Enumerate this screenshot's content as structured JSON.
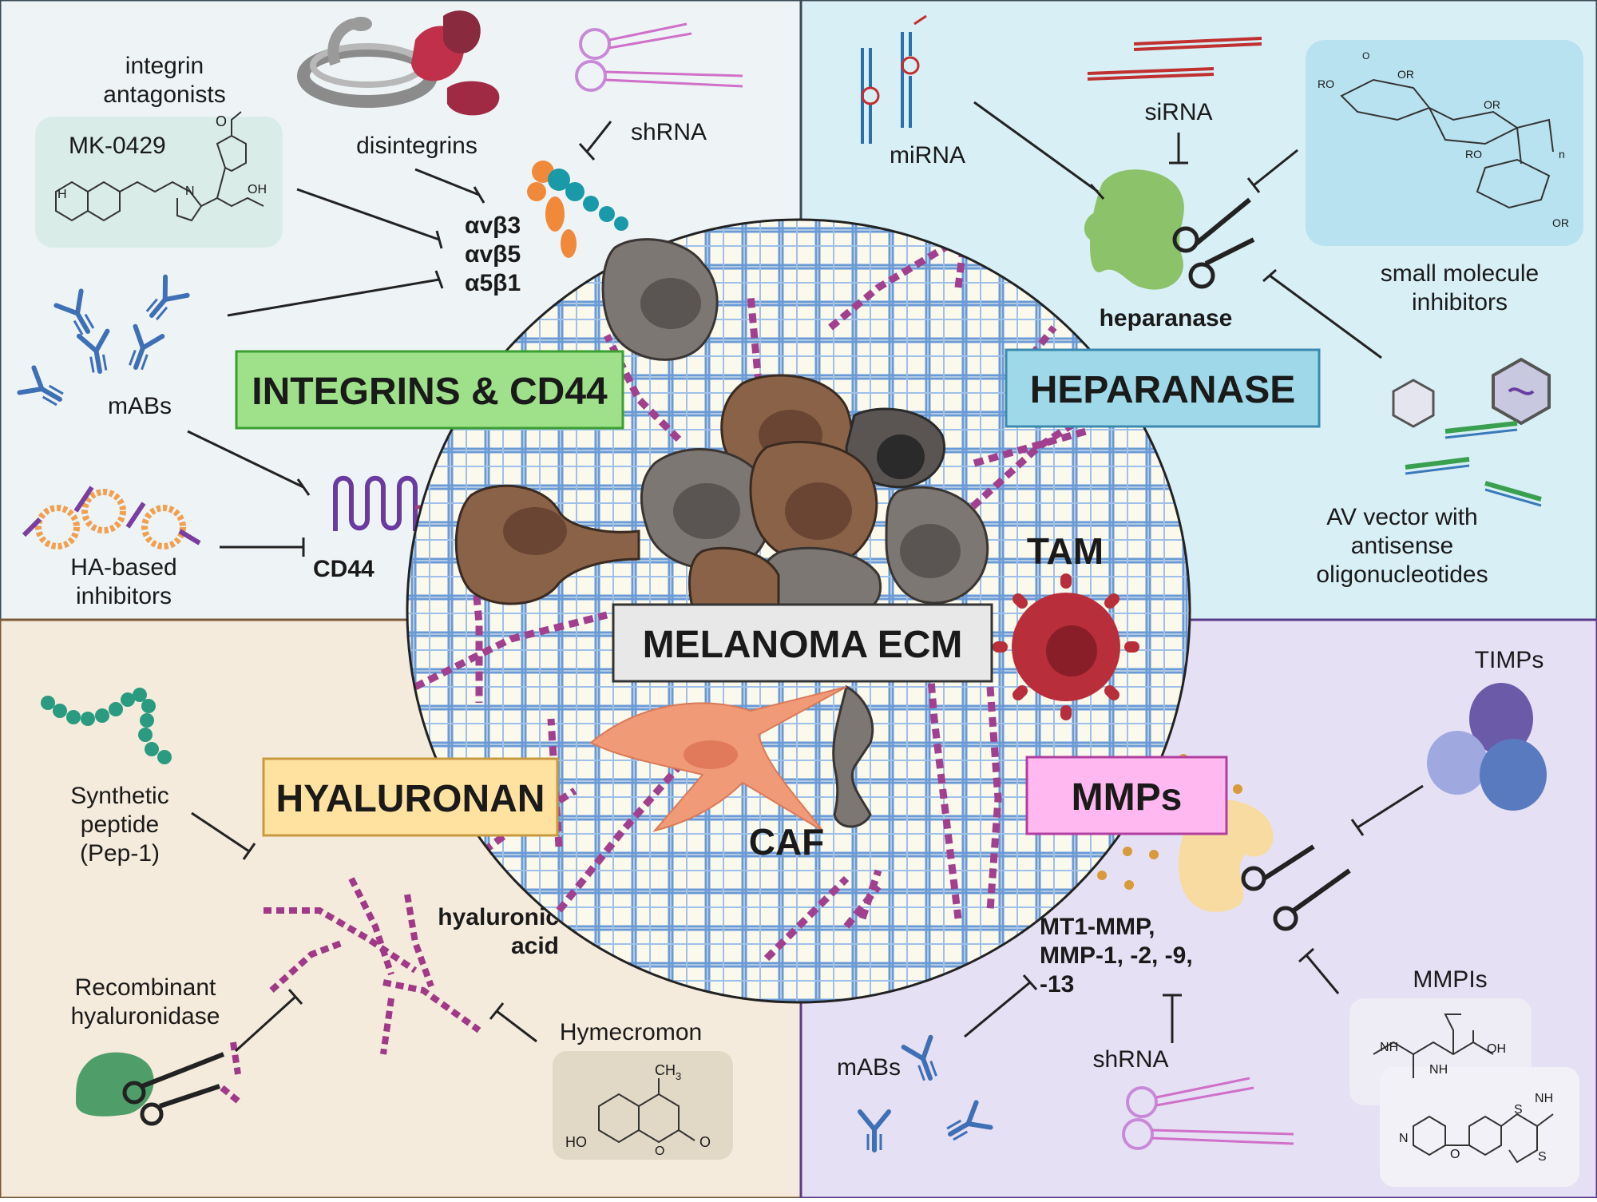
{
  "quadrants": {
    "integrins": {
      "title": "INTEGRINS & CD44",
      "bg": "#eef4f6",
      "title_bg": "#9fe08a",
      "labels": {
        "integrin_antagonists": [
          "integrin",
          "antagonists"
        ],
        "mk0429": "MK-0429",
        "disintegrins": "disintegrins",
        "shrna": "shRNA",
        "mabs": "mABs",
        "ha_inhibitors": [
          "HA-based",
          "inhibitors"
        ],
        "targets": [
          "αvβ3",
          "αvβ5",
          "α5β1"
        ],
        "cd44": "CD44"
      }
    },
    "heparanase": {
      "title": "HEPARANASE",
      "bg": "#d8eff6",
      "title_bg": "#9fd8e8",
      "labels": {
        "mirna": "miRNA",
        "sirna": "siRNA",
        "small_molecule": [
          "small molecule",
          "inhibitors"
        ],
        "enzyme": "heparanase",
        "av_vector": [
          "AV vector with",
          "antisense",
          "oligonucleotides"
        ]
      }
    },
    "hyaluronan": {
      "title": "HYALURONAN",
      "bg": "#f5ebdc",
      "title_bg": "#ffe2a0",
      "labels": {
        "peptide": [
          "Synthetic",
          "peptide",
          "(Pep-1)"
        ],
        "hyaluronic_acid": [
          "hyaluronic",
          "acid"
        ],
        "hyaluronidase": [
          "Recombinant",
          "hyaluronidase"
        ],
        "hymecromon": "Hymecromon"
      }
    },
    "mmps": {
      "title": "MMPs",
      "bg": "#e6e0f5",
      "title_bg": "#ffb8f0",
      "labels": {
        "timps": "TIMPs",
        "targets": [
          "MT1-MMP,",
          "MMP-1, -2, -9,",
          "-13"
        ],
        "mmpis": "MMPIs",
        "mabs": "mABs",
        "shrna": "shRNA"
      }
    }
  },
  "center": {
    "title": "MELANOMA ECM",
    "tam": "TAM",
    "caf": "CAF"
  },
  "chem": {
    "mk0429": {
      "o": "O",
      "oh": "OH",
      "n": "N",
      "h": "H"
    },
    "heparan": {
      "ro": "RO",
      "or": "OR",
      "oso3": "O",
      "n": "n"
    },
    "hymecromon": {
      "ch3": "CH",
      "sub3": "3",
      "ho": "HO",
      "o": "O"
    },
    "mmpi": {
      "nh": "N",
      "h": "H",
      "oh": "OH",
      "s": "S",
      "o": "O",
      "n": "N"
    }
  },
  "colors": {
    "border": "#3a4a55",
    "mesh": "#5a8fd0",
    "fiber": "#a0408e",
    "tumor_brown": "#8a6248",
    "tumor_grey": "#7d7773",
    "tam_red": "#b82e3a",
    "caf_orange": "#f19a78",
    "antibody": "#3f6fb5",
    "heparanase_green": "#8cc26a",
    "hyaluronidase_green": "#4f9e6a",
    "mmp_yellow": "#f8dba0",
    "timp_purple": "#6a5aa8"
  }
}
